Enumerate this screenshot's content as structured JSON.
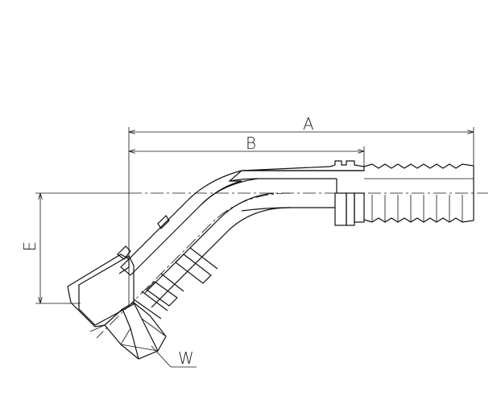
{
  "dimensions": {
    "a_label": "A",
    "b_label": "B",
    "e_label": "E",
    "w_label": "W"
  }
}
